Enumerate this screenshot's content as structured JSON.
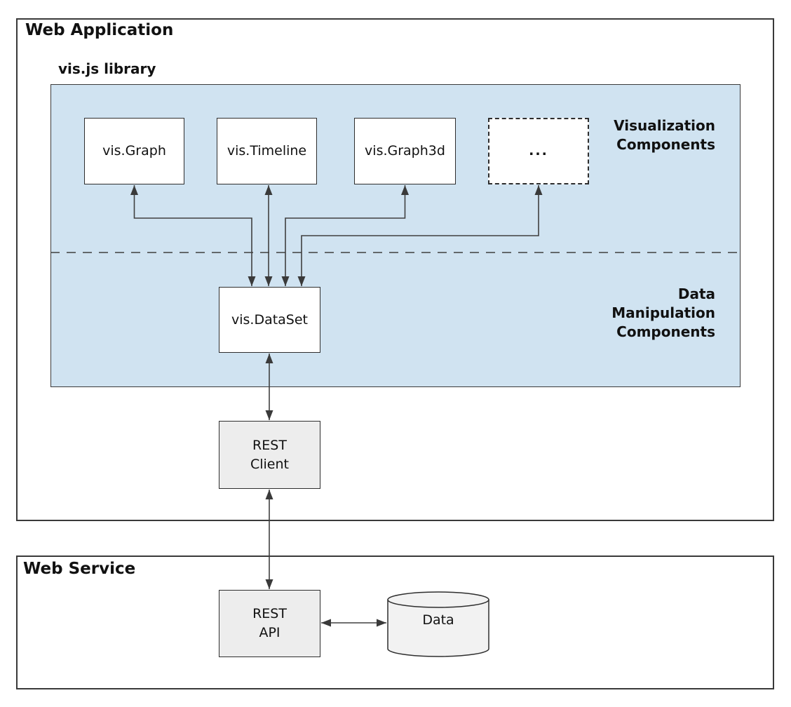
{
  "sections": {
    "web_application": {
      "title": "Web Application"
    },
    "web_service": {
      "title": "Web Service"
    }
  },
  "library": {
    "label": "vis.js library",
    "group_labels": {
      "visualization": "Visualization\nComponents",
      "data_manipulation": "Data\nManipulation\nComponents"
    }
  },
  "nodes": {
    "vis_graph": {
      "label": "vis.Graph"
    },
    "vis_timeline": {
      "label": "vis.Timeline"
    },
    "vis_graph3d": {
      "label": "vis.Graph3d"
    },
    "more_components": {
      "label": "..."
    },
    "vis_dataset": {
      "label": "vis.DataSet"
    },
    "rest_client": {
      "label": "REST\nClient"
    },
    "rest_api": {
      "label": "REST\nAPI"
    },
    "data_store": {
      "label": "Data"
    }
  },
  "colors": {
    "library_fill": "#d0e3f1",
    "node_fill_white": "#ffffff",
    "node_fill_gray": "#ededed",
    "cylinder_fill": "#f2f2f2",
    "stroke": "#3a3a3a"
  }
}
